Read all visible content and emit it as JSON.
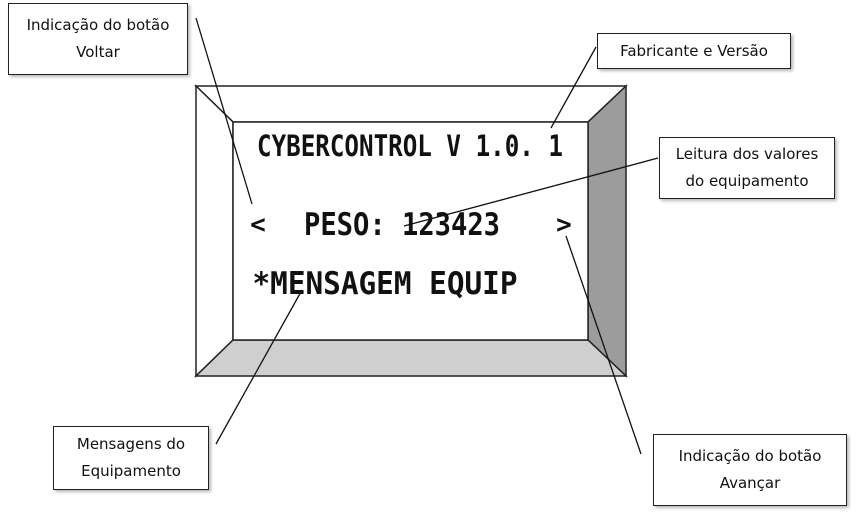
{
  "display": {
    "title_line": "CYBERCONTROL V 1.0. 1",
    "back_symbol": "<",
    "reading_label": "PESO: 123423",
    "forward_symbol": ">",
    "message_line": "*MENSAGEM EQUIP"
  },
  "callouts": {
    "voltar": {
      "line1": "Indicação do botão",
      "line2": "Voltar"
    },
    "fabricante": {
      "line1": "Fabricante e Versão"
    },
    "leitura": {
      "line1": "Leitura dos valores",
      "line2": "do equipamento"
    },
    "mensagens": {
      "line1": "Mensagens do",
      "line2": "Equipamento"
    },
    "avancar": {
      "line1": "Indicação do botão",
      "line2": "Avançar"
    }
  },
  "colors": {
    "bezel_right": "#9c9c9c",
    "bezel_bottom": "#cfcfcf",
    "bezel_top": "#ffffff",
    "bezel_left": "#ffffff",
    "outline": "#222222"
  }
}
